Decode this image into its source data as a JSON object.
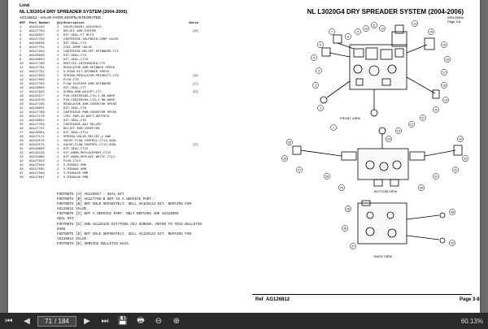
{
  "document": {
    "brand": "Loral",
    "title": "NL L3020G4 DRY SPREADER SYSTEM (2004-2006)",
    "left_title": "NL L3020G4 DRY SPREADER SYSTEM (2004-2006)",
    "ref_code": "WR125800",
    "page_tag": "Page 3-8",
    "subtitle": "AG126812 - VALVE-HYDR,4SOPN,INTEGRATED",
    "columns": [
      "REF",
      "Part Number",
      "Qty",
      "Description",
      "Notes"
    ],
    "parts": [
      [
        "1",
        "AG131162",
        "1",
        "VALVE(MAIN)-AG126812",
        ""
      ],
      [
        "2",
        "AG127756",
        "2",
        "RELIEF ASM-SYSTEM",
        "[A]"
      ],
      [
        "3",
        "AG128047",
        "2",
        "KIT-SEAL,CT MCT2",
        ""
      ],
      [
        "4",
        "AG127750",
        "1",
        "CARTRIDGE-SOLENOID,DUMP VALVE",
        ""
      ],
      [
        "5",
        "AG128048",
        "1",
        "KIT-SEAL,CT3",
        ""
      ],
      [
        "6",
        "AG127751",
        "1",
        "COIL-DUMP VALVE",
        ""
      ],
      [
        "7",
        "AG127922",
        "1",
        "CARTRIDGE-RELIEF,SPINNERS,CT4",
        ""
      ],
      [
        "8",
        "AG128049",
        "1",
        "KIT-SEAL,CT4",
        ""
      ],
      [
        "9",
        "AG128053",
        "2",
        "KIT-SEAL,CT10",
        ""
      ],
      [
        "10",
        "AG127760",
        "1",
        "ORIFICE-INTEGRATED,CT5",
        ""
      ],
      [
        "11",
        "AG127761",
        "1",
        "REGULATOR ASM-SPINNER SPEED",
        ""
      ],
      [
        "12",
        "AG127762",
        "1",
        "O-RING KIT-SPINNER SPEED",
        ""
      ],
      [
        "13",
        "AG127929",
        "1",
        "SPRING-REGULATOR,PRIORITY,CT6",
        "[B]"
      ],
      [
        "14",
        "AG127604",
        "1",
        "PLUG-CT6",
        ""
      ],
      [
        "15",
        "AG127763",
        "1",
        "FLOW DIVIDER ASM-SPINNERS",
        "[C]"
      ],
      [
        "16",
        "AG128050",
        "1",
        "KIT-SEAL,CT7",
        ""
      ],
      [
        "17",
        "AG127925",
        "1",
        "SCREW ASM-ADJUST,CT7",
        "[D]"
      ],
      [
        "18",
        "AG132577",
        "1",
        "PIN-CENTERING,CT8,2.5B,HARD",
        ""
      ],
      [
        "19",
        "AG132578",
        "1",
        "PIN-CENTERING,CT8,2.0B,HARD",
        ""
      ],
      [
        "20",
        "AG127765",
        "1",
        "REGULATOR ASM-CONVEYOR SPEED",
        ""
      ],
      [
        "21",
        "AG128051",
        "1",
        "KIT-SEAL,CT8",
        ""
      ],
      [
        "22",
        "AG127768",
        "1",
        "CARTRIDGE-PWM,CONVEYOR SPEED",
        ""
      ],
      [
        "23",
        "AG127170",
        "1",
        "COIL-PWM,18 WATT,DEUTSCH",
        ""
      ],
      [
        "24",
        "AG128052",
        "1",
        "KIT-SEAL,CT9",
        ""
      ],
      [
        "25",
        "AG127759",
        "1",
        "CARTRIDGE-ADJ RELIEF",
        ""
      ],
      [
        "26",
        "AG127757",
        "1",
        "RELIEF ASM-CONVEYOR",
        ""
      ],
      [
        "27",
        "AG128054",
        "1",
        "KIT-SEAL,CT11",
        ""
      ],
      [
        "28",
        "AG127171",
        "1",
        "SPRING-VALVE,RELIEF,2 BAR",
        ""
      ],
      [
        "29",
        "AG132570",
        "1",
        "VALVE-FLOW CONTROL,CT12,48GL",
        ""
      ],
      [
        "30",
        "AG132571",
        "1",
        "VALVE-FLOW CONTROL,CT12,30GL",
        "[E]"
      ],
      [
        "31",
        "AG128055",
        "1",
        "KIT-SEAL,CT12",
        ""
      ],
      [
        "32",
        "AG132132",
        "1",
        "KIT-KNOB,REPLACEMENT,CT12",
        ""
      ],
      [
        "33",
        "AG134380",
        "1",
        "KIT-KNOB,REPLACE WHITE CT12",
        ""
      ],
      [
        "34",
        "AG127923",
        "1",
        "PLUG-CT13",
        ""
      ],
      [
        "35",
        "AG127584",
        "4",
        "O-RING#4 ORB",
        ""
      ],
      [
        "36",
        "AG127585",
        "2",
        "O-RING#8 ORB",
        ""
      ],
      [
        "37",
        "AG127586",
        "4",
        "O-RING#10 ORB",
        ""
      ],
      [
        "38",
        "AG127587",
        "4",
        "O-RING#20 ORB",
        ""
      ]
    ],
    "footnotes": [
      "FOOTNOTE [A] AG128047 - SEAL KIT",
      "FOOTNOTE [B] AG127756-B NOT AS A SERVICE PART.",
      "FOOTNOTE [B] NOT SOLD SEPARATELY.  SELL AG129134 KIT.  REPAIRS FOR",
      "AG126812 VALVE.",
      "FOOTNOTE [C] NOT A SERVICE PART.  ONLY REPAIRS ARE AG128050",
      "SEAL KIT.",
      "FOOTNOTE [C] AND AG129133 KIT/PINS ADJ SCREWS.  REFER TO TECH BULLETIN",
      "0405",
      "FOOTNOTE [D] NOT SOLD SEPARATELY.  SELL AG129133 KIT.  REPAIRS FOR",
      "AG126812 VALVE.",
      "FOOTNOTE [E] SERVICE BULLETIN 0423."
    ],
    "views": [
      "FRONT VIEW",
      "BOTTOM VIEW",
      "BACK VIEW"
    ],
    "footer_ref_label": "Ref",
    "footer_ref": "AG126812",
    "footer_page": "Page  3-8"
  },
  "toolbar": {
    "current_page": "71",
    "total_pages": "/ 184",
    "zoom": "60.13%"
  },
  "callouts_front": [
    "12",
    "11",
    "10",
    "9",
    "8",
    "7",
    "6",
    "5",
    "4",
    "3",
    "2",
    "1",
    "13",
    "14",
    "15",
    "16",
    "17",
    "18",
    "19",
    "20",
    "21",
    "22",
    "23",
    "24"
  ],
  "callouts_bottom": [
    "25",
    "26",
    "27",
    "28",
    "29",
    "30",
    "31",
    "32",
    "33",
    "34"
  ],
  "callouts_back": [
    "35",
    "36",
    "37",
    "38",
    "25"
  ]
}
